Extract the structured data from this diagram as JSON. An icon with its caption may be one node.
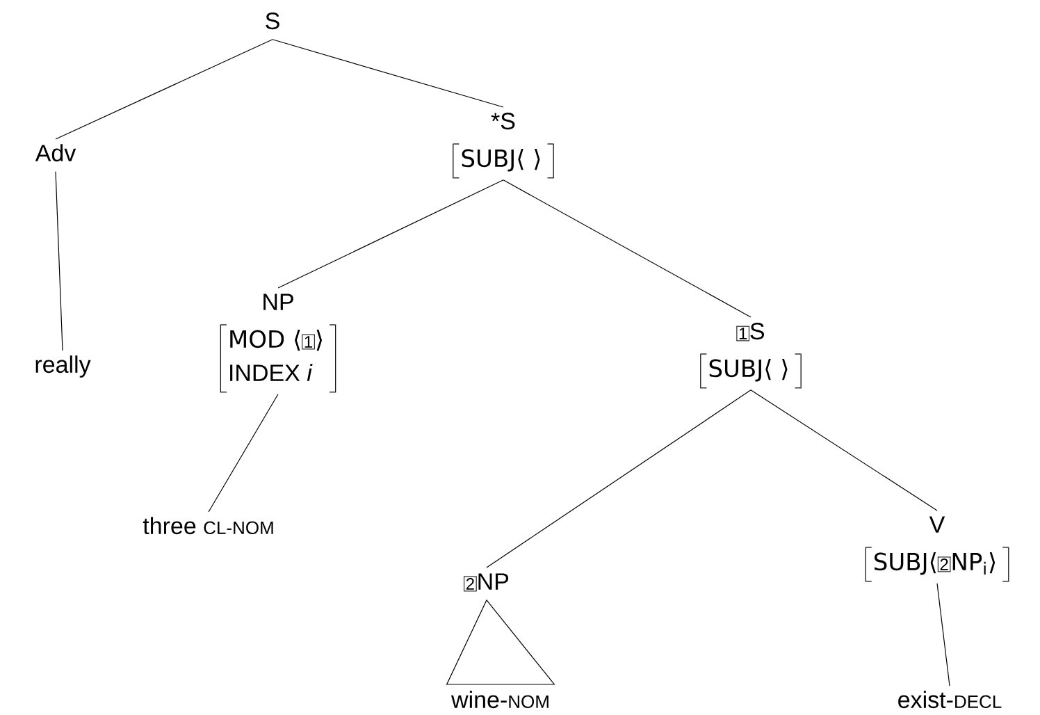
{
  "diagram": {
    "nodes": [
      {
        "text": [
          "S"
        ]
      },
      {
        "text": [
          "Adv"
        ]
      },
      {
        "text": [
          "*S",
          "SUBJ⟨   ⟩"
        ]
      },
      {
        "text": [
          "really"
        ]
      },
      {
        "text": [
          "NP",
          "MOD ⟨",
          "1",
          "⟩",
          "INDEX *i*"
        ]
      },
      {
        "text": [
          "three",
          "CL-NOM"
        ]
      },
      {
        "text": [
          "1",
          "S",
          "SUBJ⟨   ⟩"
        ]
      },
      {
        "text": [
          "2",
          "NP"
        ]
      },
      {
        "text": [
          "wine-",
          "NOM"
        ]
      },
      {
        "text": [
          "V",
          "SUBJ⟨",
          "2",
          "NP$_{i}$⟩"
        ]
      },
      {
        "text": [
          "exist-",
          "DECL"
        ]
      }
    ],
    "edges": [
      {
        "from": 0,
        "to": 1,
        "arrow": "none"
      },
      {
        "from": 0,
        "to": 2,
        "arrow": "none"
      },
      {
        "from": 1,
        "to": 3,
        "arrow": "none"
      },
      {
        "from": 2,
        "to": 4,
        "arrow": "none"
      },
      {
        "from": 2,
        "to": 6,
        "arrow": "none"
      },
      {
        "from": 4,
        "to": 5,
        "arrow": "none"
      },
      {
        "from": 6,
        "to": 7,
        "arrow": "none"
      },
      {
        "from": 6,
        "to": 9,
        "arrow": "none"
      },
      {
        "from": 7,
        "to": 8,
        "arrow": "none"
      },
      {
        "from": 9,
        "to": 10,
        "arrow": "none"
      }
    ]
  }
}
